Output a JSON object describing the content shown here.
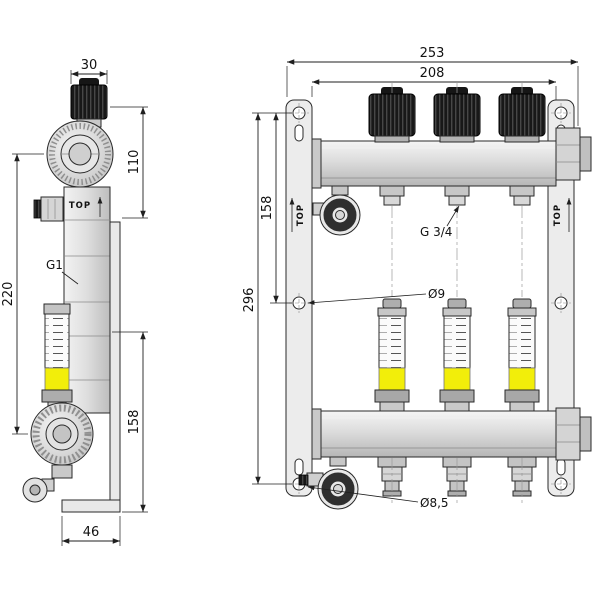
{
  "drawing": {
    "kind": "manifold-technical-drawing",
    "side_view": {
      "dim_cap_width": "30",
      "dim_top_to_center": "110",
      "dim_center_span": "220",
      "dim_lower_span": "158",
      "dim_foot_depth": "46",
      "thread_label": "G1",
      "orientation_label": "TOP"
    },
    "front_view": {
      "dim_overall_width": "253",
      "dim_body_width": "208",
      "dim_overall_height": "296",
      "dim_hole_span": "158",
      "outlet_thread_label": "G 3/4",
      "hole_diameter_label": "Ø9",
      "slot_diameter_label": "Ø8,5",
      "orientation_label_left": "TOP",
      "orientation_label_right": "TOP"
    },
    "colors": {
      "line": "#1f1f1f",
      "flow_indicator": "#f2ee0a",
      "cap_black": "#161616",
      "metal_light": "#f2f2f2",
      "metal_dark": "#b5b5b5"
    }
  }
}
